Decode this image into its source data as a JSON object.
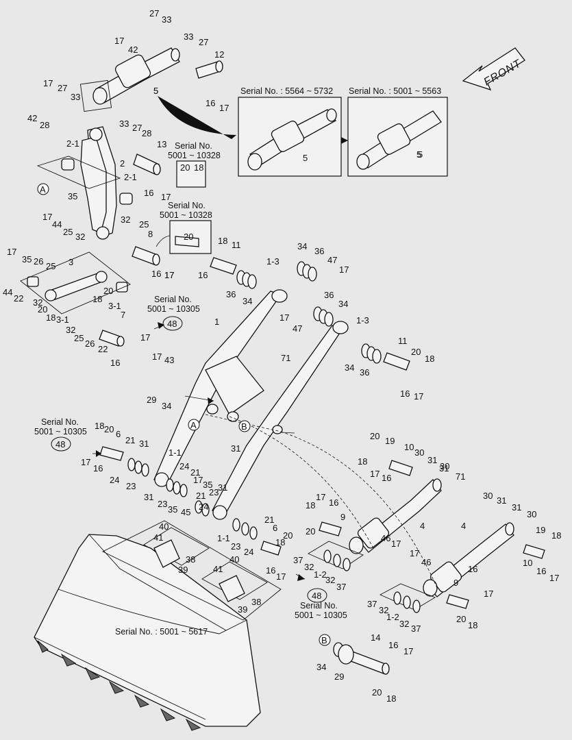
{
  "front_label": "FRONT",
  "serial_boxes": {
    "box_left": "Serial No. : 5564 ~ 5732",
    "box_right": "Serial No. : 5001 ~ 5563",
    "pin13_line1": "Serial No.",
    "pin13_line2": "5001 ~ 10328",
    "pin8_line1": "Serial No.",
    "pin8_line2": "5001 ~ 10328",
    "link7_line1": "Serial No.",
    "link7_line2": "5001 ~ 10305",
    "pin6_line1": "Serial No.",
    "pin6_line2": "5001 ~ 10305",
    "cyl_line1": "Serial No.",
    "cyl_line2": "5001 ~ 10305",
    "bucket": "Serial No. : 5001 ~ 5617"
  },
  "markers": {
    "a": "A",
    "b": "B",
    "ref48": "48"
  },
  "callouts": [
    "27",
    "33",
    "17",
    "42",
    "33",
    "27",
    "12",
    "5",
    "16",
    "17",
    "17",
    "27",
    "42",
    "28",
    "33",
    "33",
    "27",
    "28",
    "13",
    "2-1",
    "2",
    "2-1",
    "16",
    "17",
    "20",
    "18",
    "35",
    "17",
    "44",
    "25",
    "32",
    "32",
    "25",
    "8",
    "16",
    "17",
    "20",
    "18",
    "16",
    "17",
    "11",
    "1-3",
    "36",
    "34",
    "34",
    "36",
    "47",
    "17",
    "17",
    "35",
    "26",
    "25",
    "44",
    "22",
    "32",
    "3",
    "20",
    "18",
    "20",
    "18",
    "32",
    "3-1",
    "3-1",
    "25",
    "26",
    "22",
    "7",
    "17",
    "16",
    "1",
    "17",
    "47",
    "36",
    "34",
    "1-3",
    "11",
    "20",
    "18",
    "16",
    "17",
    "36",
    "34",
    "71",
    "17",
    "43",
    "29",
    "34",
    "18",
    "20",
    "6",
    "21",
    "31",
    "1-1",
    "17",
    "16",
    "24",
    "23",
    "31",
    "23",
    "35",
    "45",
    "24",
    "21",
    "17",
    "35",
    "21",
    "24",
    "23",
    "31",
    "20",
    "19",
    "10",
    "30",
    "18",
    "17",
    "16",
    "31",
    "30",
    "31",
    "71",
    "31",
    "1-1",
    "23",
    "24",
    "21",
    "6",
    "20",
    "18",
    "16",
    "17",
    "17",
    "16",
    "9",
    "18",
    "20",
    "46",
    "17",
    "4",
    "37",
    "32",
    "1-2",
    "32",
    "37",
    "4",
    "30",
    "31",
    "31",
    "30",
    "19",
    "18",
    "10",
    "16",
    "17",
    "40",
    "41",
    "38",
    "39",
    "40",
    "41",
    "38",
    "39",
    "17",
    "46",
    "9",
    "16",
    "17",
    "20",
    "18",
    "37",
    "32",
    "1-2",
    "32",
    "37",
    "14",
    "16",
    "17",
    "34",
    "29",
    "20",
    "18",
    "5",
    "5"
  ]
}
